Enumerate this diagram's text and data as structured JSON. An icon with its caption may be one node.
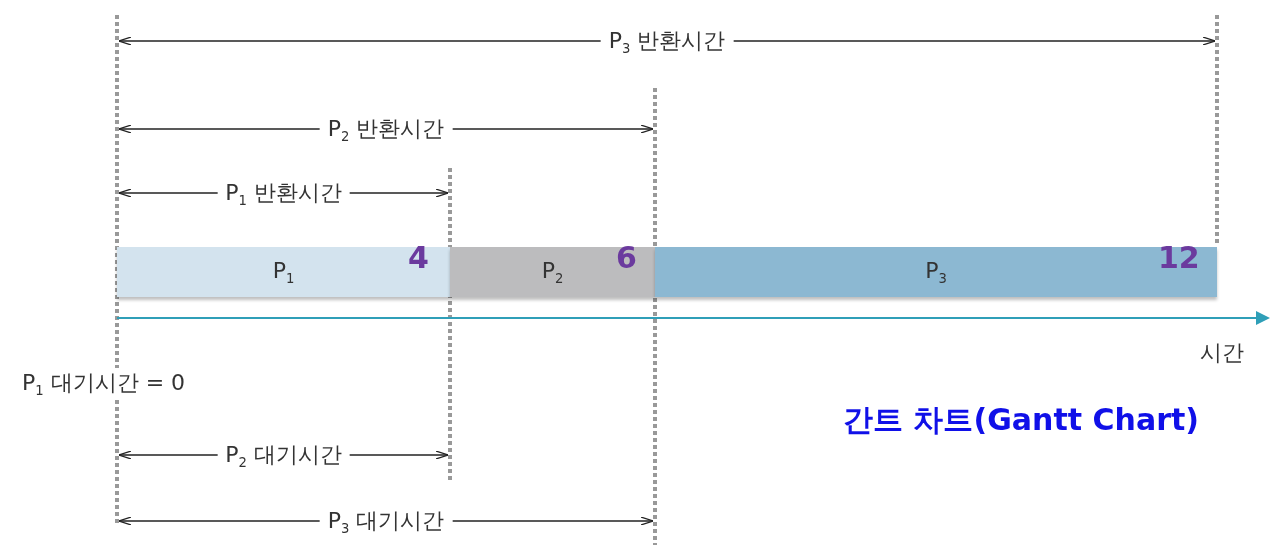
{
  "diagram": {
    "title": "간트 차트(Gantt Chart)",
    "nodes": [
      {
        "text": [
          "P$_{1}$"
        ]
      },
      {
        "text": [
          "P$_{2}$"
        ]
      },
      {
        "text": [
          "P$_{3}$"
        ]
      }
    ],
    "labels": [
      "P$_{3}$ 반환시간",
      "P$_{2}$ 반환시간",
      "P$_{1}$ 반환시간",
      "4",
      "6",
      "12",
      "시간",
      "P$_{1}$ 대기시간 = 0",
      "P$_{2}$ 대기시간",
      "P$_{3}$ 대기시간"
    ]
  }
}
